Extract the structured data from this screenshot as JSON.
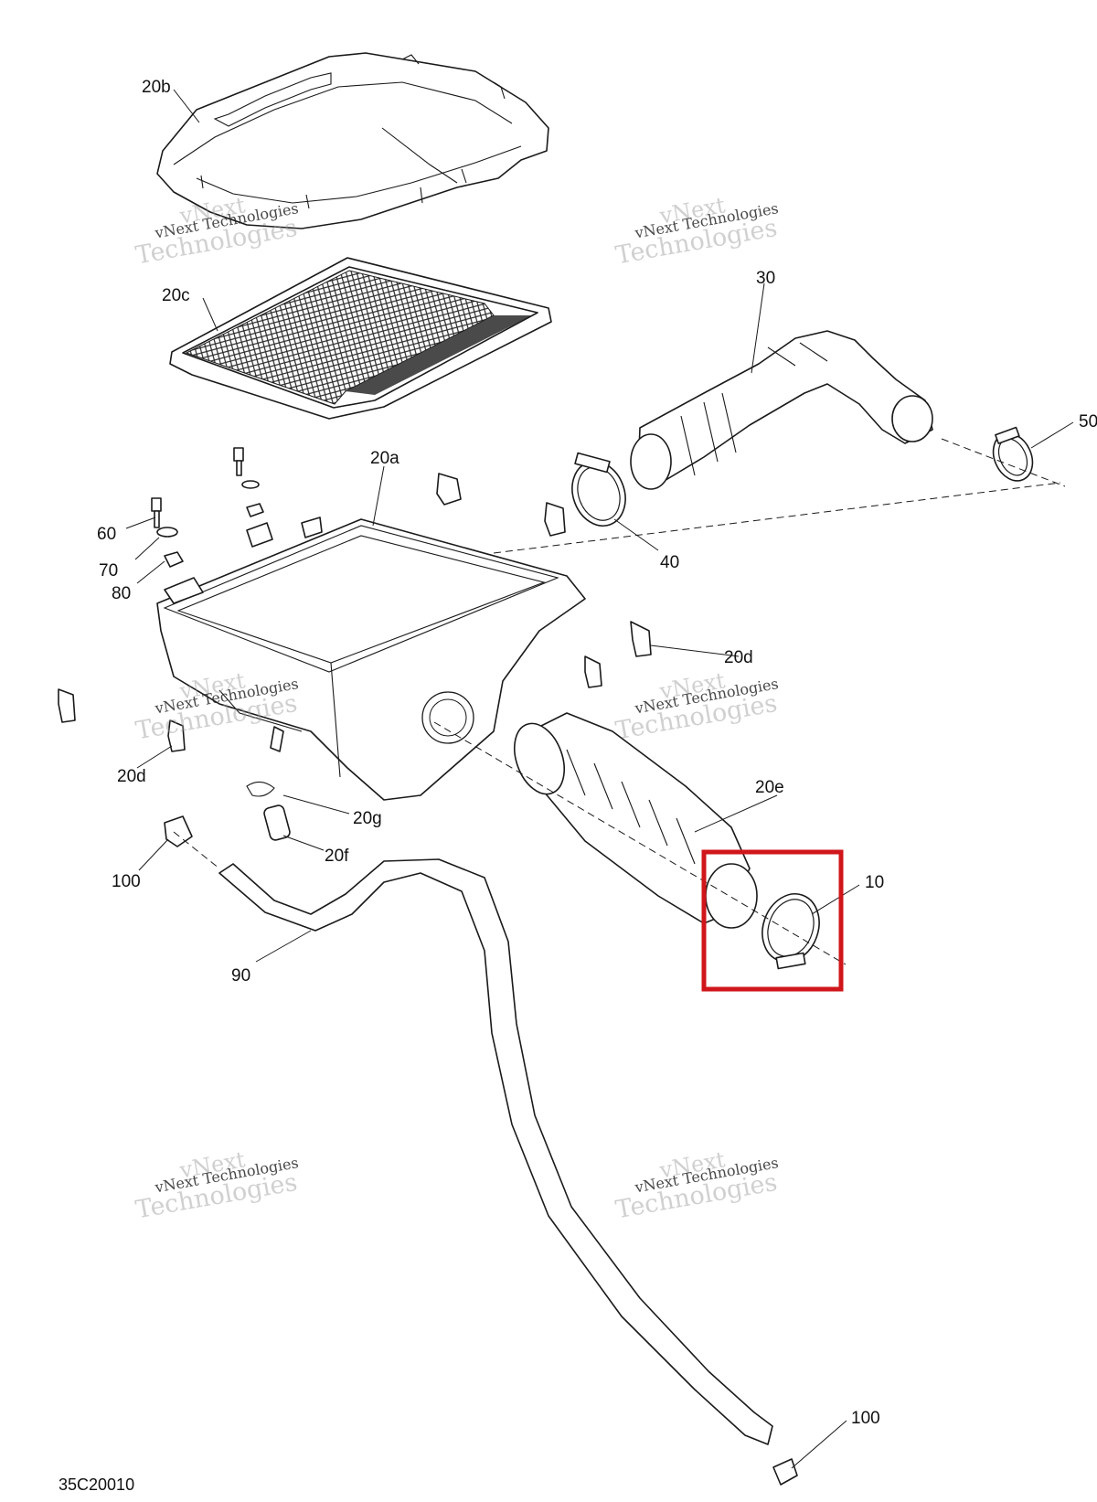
{
  "diagram": {
    "figure_code": "35C20010",
    "watermark": {
      "line1": "vNext",
      "line2": "vNext Technologies",
      "line3": "Technologies"
    },
    "callouts": [
      {
        "id": "20b",
        "label": "20b"
      },
      {
        "id": "20c",
        "label": "20c"
      },
      {
        "id": "30",
        "label": "30"
      },
      {
        "id": "50",
        "label": "50"
      },
      {
        "id": "20a",
        "label": "20a"
      },
      {
        "id": "60",
        "label": "60"
      },
      {
        "id": "70",
        "label": "70"
      },
      {
        "id": "80",
        "label": "80"
      },
      {
        "id": "40",
        "label": "40"
      },
      {
        "id": "20d_right",
        "label": "20d"
      },
      {
        "id": "20d_left",
        "label": "20d"
      },
      {
        "id": "20e",
        "label": "20e"
      },
      {
        "id": "20g",
        "label": "20g"
      },
      {
        "id": "20f",
        "label": "20f"
      },
      {
        "id": "100_top",
        "label": "100"
      },
      {
        "id": "10",
        "label": "10"
      },
      {
        "id": "90",
        "label": "90"
      },
      {
        "id": "100_bottom",
        "label": "100"
      }
    ],
    "highlight_color": "#d0161b",
    "line_color": "#1a1a1a"
  }
}
